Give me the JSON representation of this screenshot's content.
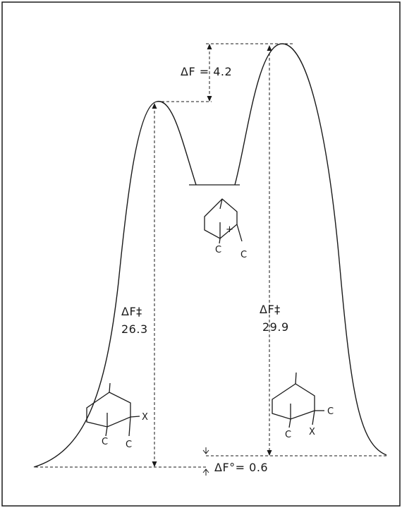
{
  "labels": {
    "top_delta": "ΔF = 4.2",
    "left_barrier_symbol": "ΔF‡",
    "left_barrier_value": "26.3",
    "right_barrier_symbol": "ΔF‡",
    "right_barrier_value": "29.9",
    "bottom_delta": "ΔF°= 0.6"
  },
  "molecules": {
    "left": {
      "atom1": "C",
      "atom2": "C",
      "atom3": "X"
    },
    "middle": {
      "charge": "+",
      "atom1": "C",
      "atom2": "C"
    },
    "right": {
      "atom1": "C",
      "atom2": "X",
      "atom3": "C"
    }
  }
}
